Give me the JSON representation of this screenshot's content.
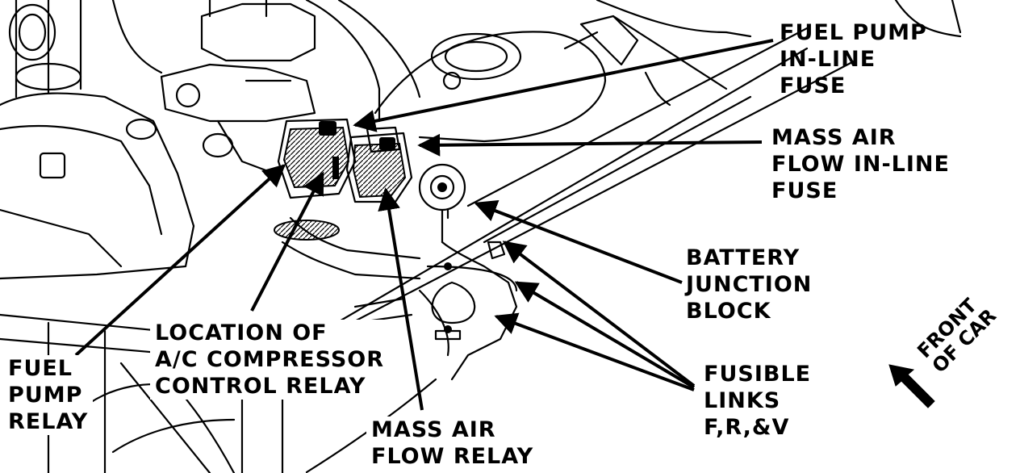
{
  "labels": {
    "fuel_pump_inline_fuse": [
      "FUEL PUMP",
      "IN-LINE",
      "FUSE"
    ],
    "maf_inline_fuse": [
      "MASS AIR",
      "FLOW IN-LINE",
      "FUSE"
    ],
    "battery_junction_block": [
      "BATTERY",
      "JUNCTION",
      "BLOCK"
    ],
    "fusible_links": [
      "FUSIBLE",
      "LINKS",
      "F,R,&V"
    ],
    "front_of_car": [
      "FRONT",
      "OF CAR"
    ],
    "mass_air_flow_relay": [
      "MASS AIR",
      "FLOW RELAY"
    ],
    "ac_compressor_relay": [
      "LOCATION OF",
      "A/C COMPRESSOR",
      "CONTROL RELAY"
    ],
    "fuel_pump_relay": [
      "FUEL",
      "PUMP",
      "RELAY"
    ]
  },
  "colors": {
    "ink": "#000000",
    "paper": "#ffffff"
  }
}
